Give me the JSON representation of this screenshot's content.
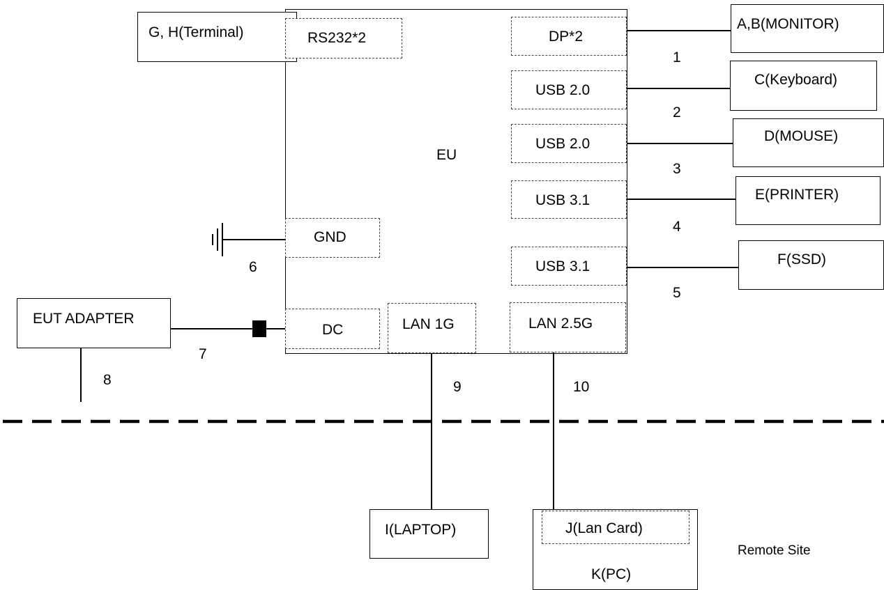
{
  "eut": {
    "label": "EU"
  },
  "ports": {
    "rs232": "RS232*2",
    "dp": "DP*2",
    "usb20_a": "USB 2.0",
    "usb20_b": "USB 2.0",
    "usb31_a": "USB 3.1",
    "usb31_b": "USB 3.1",
    "gnd": "GND",
    "dc": "DC",
    "lan1g": "LAN 1G",
    "lan25g": "LAN 2.5G"
  },
  "devices": {
    "terminal": "G, H(Terminal)",
    "monitor": "A,B(MONITOR)",
    "keyboard": "C(Keyboard)",
    "mouse": "D(MOUSE)",
    "printer": "E(PRINTER)",
    "ssd": "F(SSD)",
    "adapter": "EUT ADAPTER",
    "laptop": "I(LAPTOP)",
    "lan_card": "J(Lan Card)",
    "pc": "K(PC)"
  },
  "cables": [
    "1",
    "2",
    "3",
    "4",
    "5",
    "6",
    "7",
    "8",
    "9",
    "10"
  ],
  "remote_site": "Remote Site"
}
